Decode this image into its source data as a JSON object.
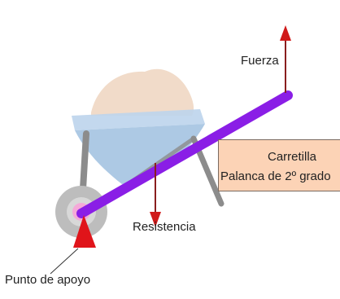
{
  "diagram": {
    "labels": {
      "force": "Fuerza",
      "resistance": "Resistencia",
      "fulcrum": "Punto de apoyo"
    },
    "caption": {
      "title": "Carretilla",
      "subtitle": "Palanca de 2º grado"
    },
    "colors": {
      "lever": "#8a1ee6",
      "arrows": "#d01a1a",
      "fulcrum_triangle": "#e0141a",
      "bucket": "#a9c6e3",
      "sand": "#f0d9c6",
      "wheel": "#bfbfbf",
      "hub": "#f5a9d8",
      "frame": "#8c8c8c",
      "caption_box": "#fcd3b6"
    },
    "icons": [
      "wheelbarrow-illustration",
      "fulcrum-triangle",
      "force-arrow-up",
      "resistance-arrow-down"
    ]
  }
}
